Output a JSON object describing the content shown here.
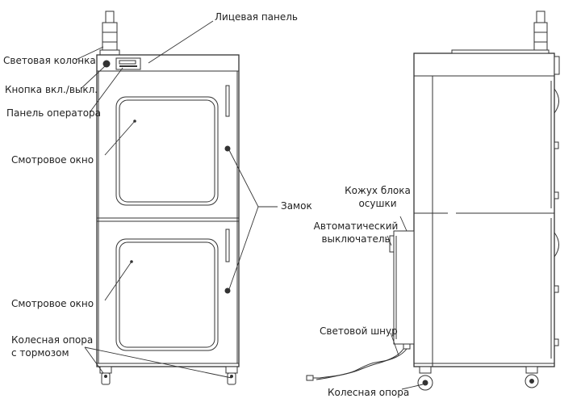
{
  "labels": {
    "front_panel": "Лицевая панель",
    "light_column": "Световая колонка",
    "power_button": "Кнопка вкл./выкл.",
    "operator_panel": "Панель оператора",
    "view_window_top": "Смотровое окно",
    "lock": "Замок",
    "view_window_bottom": "Смотровое окно",
    "caster_brake_line1": "Колесная опора",
    "caster_brake_line2": "с тормозом",
    "dryer_cover_line1": "Кожух блока",
    "dryer_cover_line2": "осушки",
    "breaker_line1": "Автоматический",
    "breaker_line2": "выключатель",
    "light_cord": "Световой шнур",
    "caster": "Колесная опора"
  }
}
